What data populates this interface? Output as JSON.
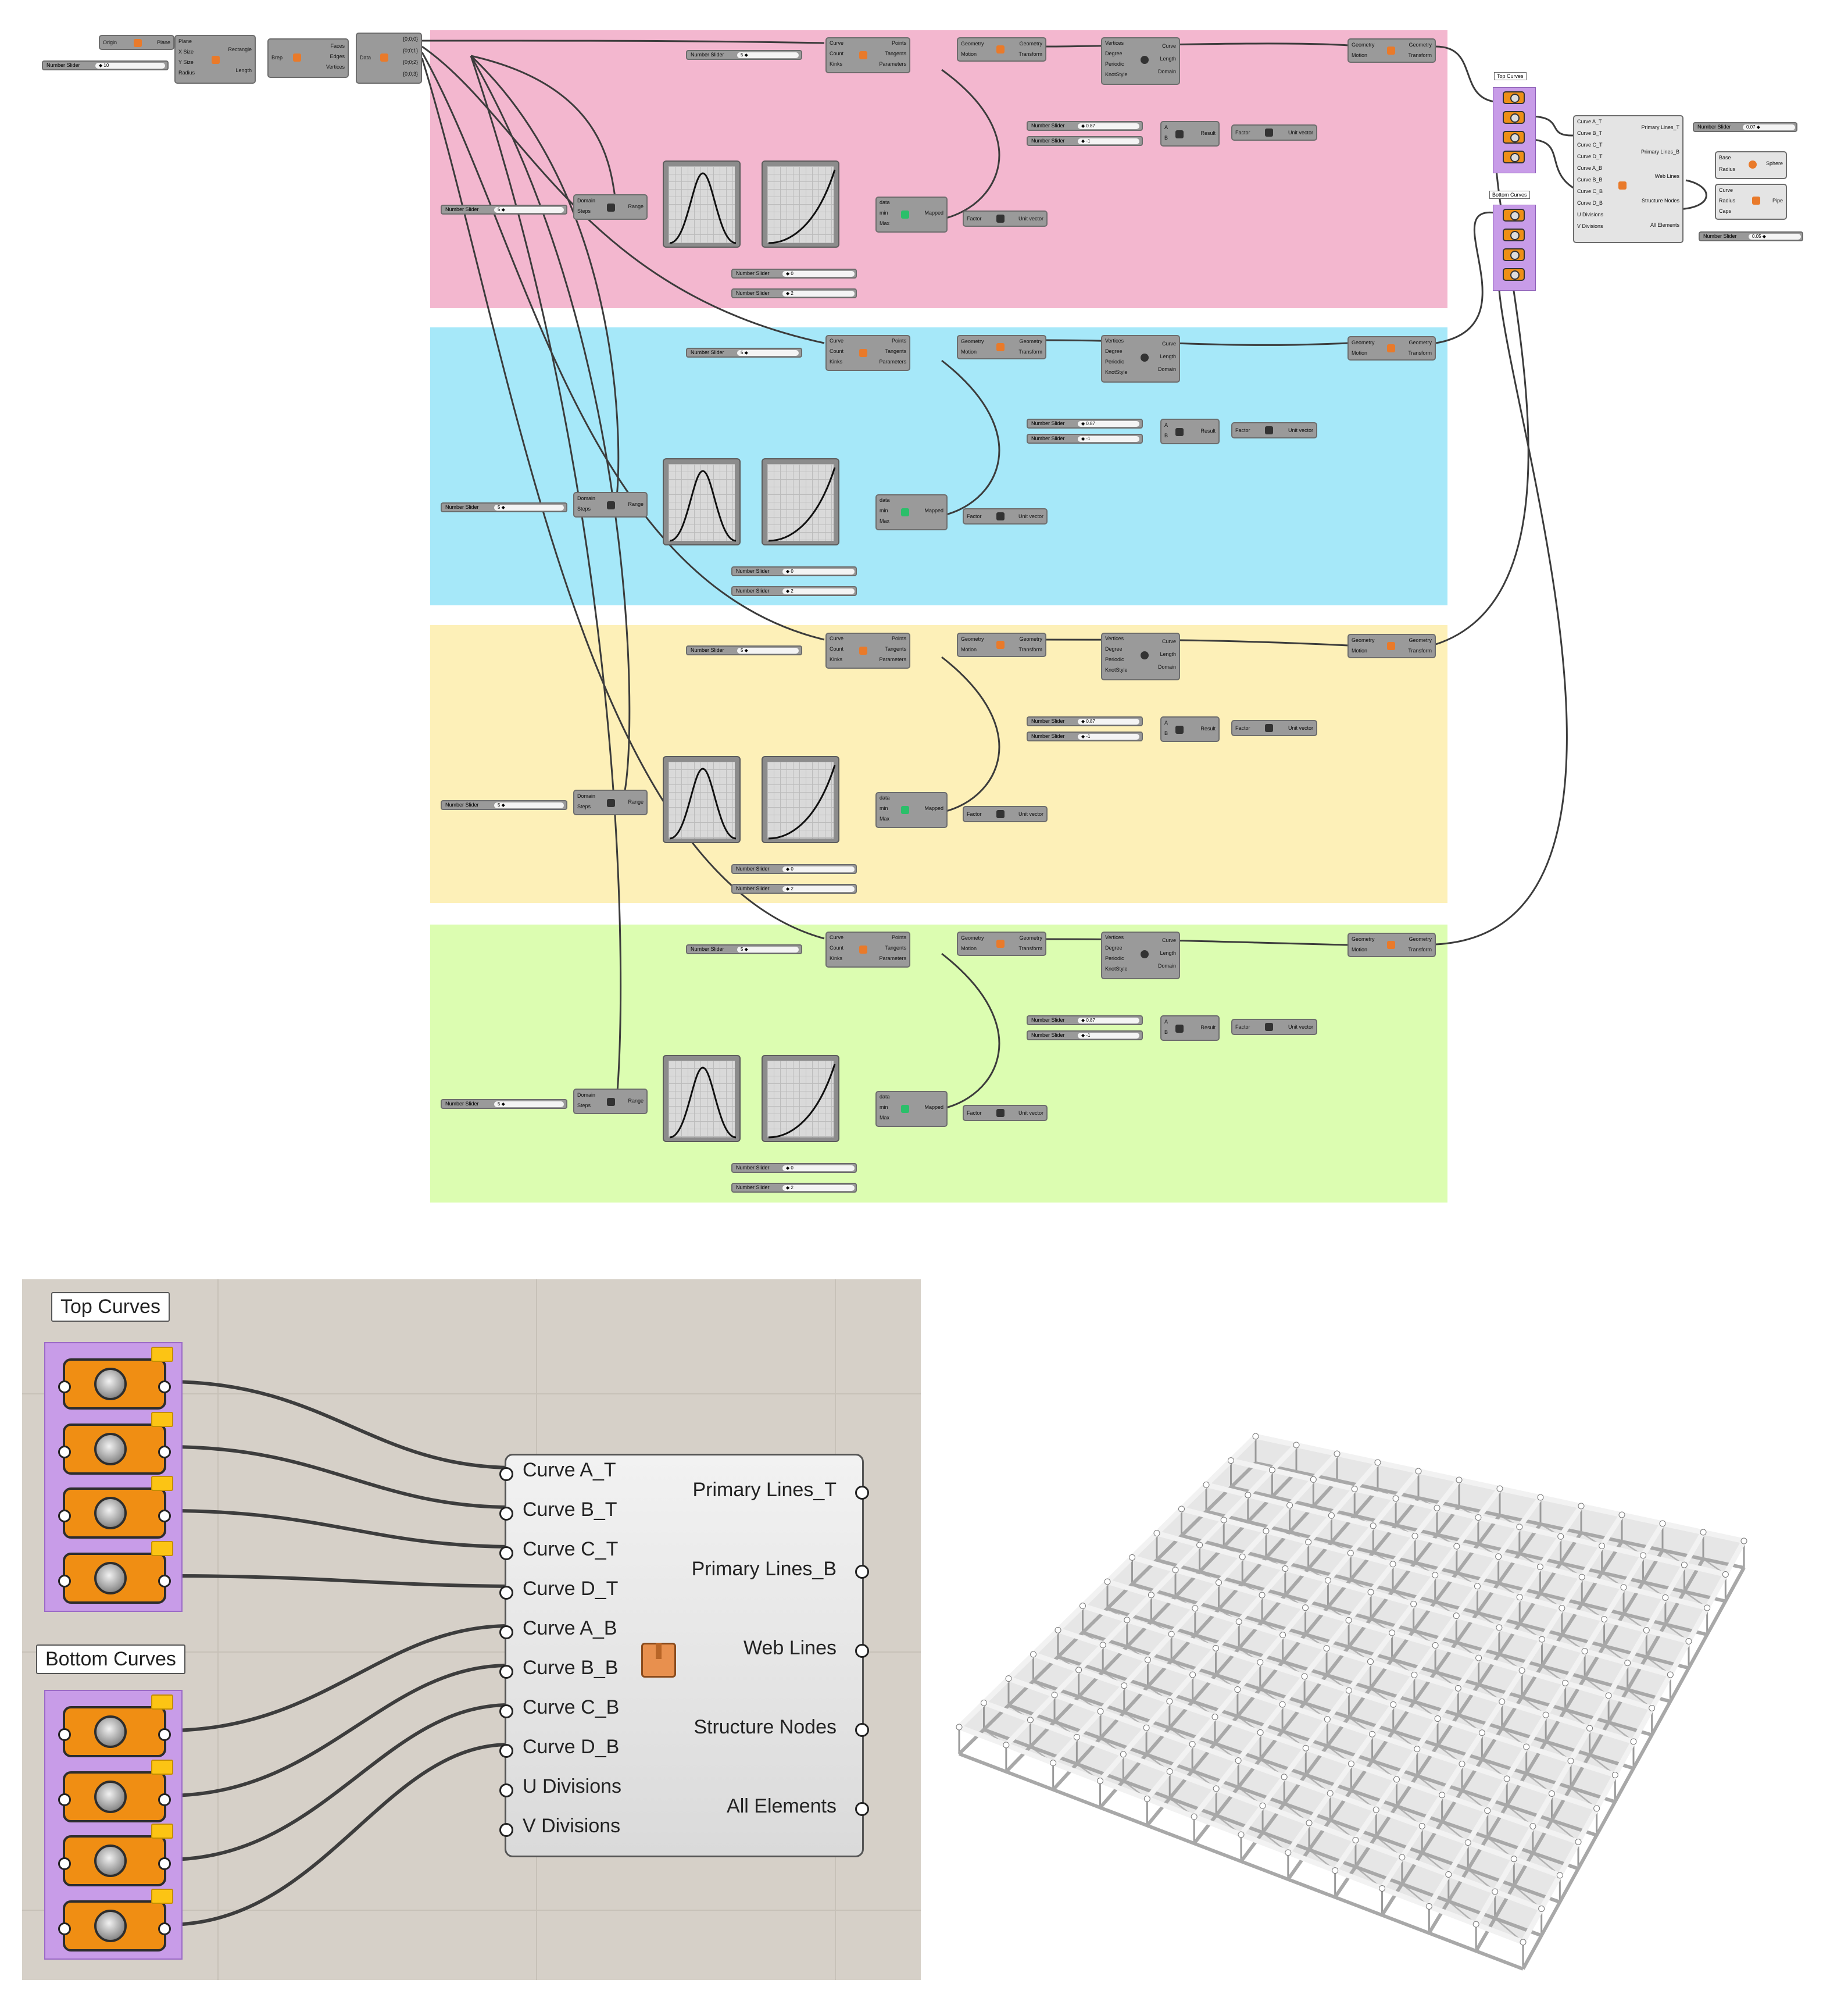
{
  "overview": {
    "header_nodes": {
      "plane": {
        "origin": "Origin",
        "plane": "Plane"
      },
      "rectangle": {
        "inputs": [
          "Plane",
          "X Size",
          "Y Size",
          "Radius"
        ],
        "outputs": [
          "Rectangle",
          "Length"
        ]
      },
      "brep": {
        "input": "Brep",
        "outputs": [
          "Faces",
          "Edges",
          "Vertices"
        ]
      },
      "explode": {
        "input": "Data",
        "outputs": [
          "{0;0;0}",
          "{0;0;1}",
          "{0;0;2}",
          "{0;0;3}"
        ]
      },
      "slider": {
        "label": "Number Slider",
        "value": "◆ 10"
      }
    },
    "row_nodes": {
      "divide": {
        "inputs": [
          "Curve",
          "Count",
          "Kinks"
        ],
        "outputs": [
          "Points",
          "Tangents",
          "Parameters"
        ]
      },
      "move": {
        "inputs": [
          "Geometry",
          "Motion"
        ],
        "outputs": [
          "Geometry",
          "Transform"
        ]
      },
      "nurbs": {
        "inputs": [
          "Vertices",
          "Degree",
          "Periodic",
          "KnotStyle"
        ],
        "outputs": [
          "Curve",
          "Length",
          "Domain"
        ]
      },
      "range": {
        "inputs": [
          "Domain",
          "Steps"
        ],
        "output": "Range"
      },
      "remap": {
        "inputs": [
          "data",
          "min",
          "Max"
        ],
        "output": "Mapped"
      },
      "multiply": {
        "inputs": [
          "A",
          "B"
        ],
        "output": "Result"
      },
      "vector": {
        "input": "Factor",
        "output": "Unit vector"
      },
      "slider_label": "Number Slider"
    },
    "bands": [
      {
        "count": "5 ◆",
        "steps": "5 ◆",
        "a": "◆ 0.87",
        "b": "◆ -1",
        "min": "◆ 0",
        "max": "◆ 2"
      },
      {
        "count": "5 ◆",
        "steps": "5 ◆",
        "a": "◆ 0.87",
        "b": "◆ -1",
        "min": "◆ 0",
        "max": "◆ 2"
      },
      {
        "count": "5 ◆",
        "steps": "5 ◆",
        "a": "◆ 0.87",
        "b": "◆ -1",
        "min": "◆ 0",
        "max": "◆ 2"
      },
      {
        "count": "5 ◆",
        "steps": "5 ◆",
        "a": "◆ 0.87",
        "b": "◆ -1",
        "min": "◆ 0",
        "max": "◆ 2"
      }
    ],
    "top_group": "Top Curves",
    "bottom_group": "Bottom Curves",
    "cluster_small": {
      "inputs": [
        "Curve A_T",
        "Curve B_T",
        "Curve C_T",
        "Curve D_T",
        "Curve A_B",
        "Curve B_B",
        "Curve C_B",
        "Curve D_B",
        "U Divisions",
        "V Divisions"
      ],
      "outputs": [
        "Primary Lines_T",
        "Primary Lines_B",
        "Web Lines",
        "Structure Nodes",
        "All Elements"
      ]
    },
    "right_slider_1": {
      "label": "Number Slider",
      "value": "0.07 ◆"
    },
    "right_slider_2": {
      "label": "Number Slider",
      "value": "0.05 ◆"
    },
    "sphere": {
      "inputs": [
        "Base",
        "Radius"
      ],
      "output": "Sphere"
    },
    "pipe": {
      "inputs": [
        "Curve",
        "Radius",
        "Caps"
      ],
      "output": "Pipe"
    }
  },
  "detail": {
    "top_group_label": "Top Curves",
    "bottom_group_label": "Bottom Curves",
    "cluster_inputs": [
      "Curve A_T",
      "Curve B_T",
      "Curve C_T",
      "Curve D_T",
      "Curve A_B",
      "Curve B_B",
      "Curve C_B",
      "Curve D_B",
      "U Divisions",
      "V Divisions"
    ],
    "cluster_outputs": [
      "Primary Lines_T",
      "Primary Lines_B",
      "Web Lines",
      "Structure Nodes",
      "All Elements"
    ]
  },
  "colors": {
    "band_pink": "#f3b7cf",
    "band_blue": "#a6e8f9",
    "band_yellow": "#fdf0b8",
    "band_green": "#dcfdb1",
    "group_purple": "#c89ce8",
    "param_orange": "#f08e13"
  }
}
